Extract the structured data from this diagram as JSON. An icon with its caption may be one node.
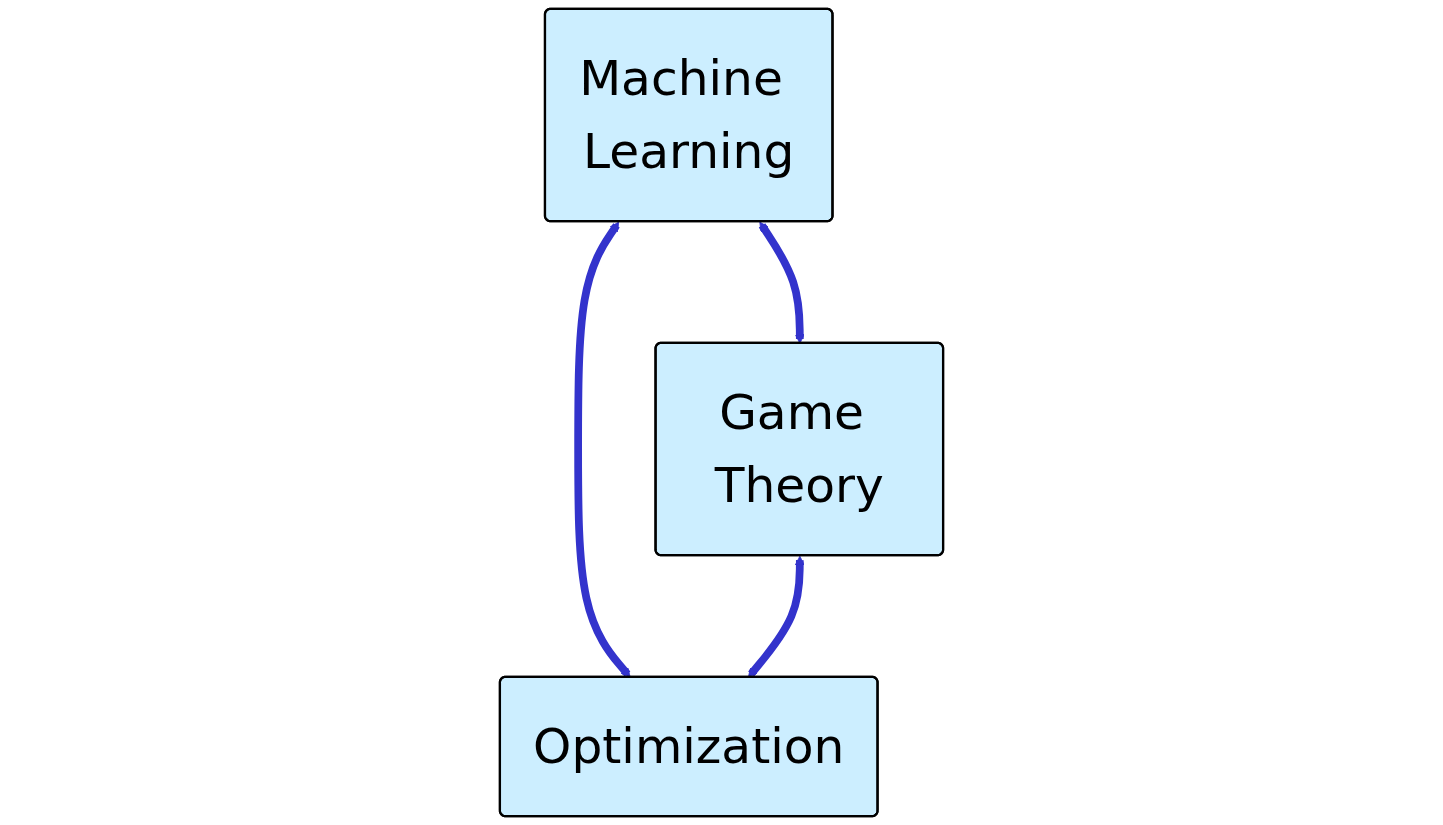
{
  "diagram": {
    "nodes": [
      {
        "text": [
          "Machine Learning"
        ]
      },
      {
        "text": [
          "Game Theory"
        ]
      },
      {
        "text": [
          "Optimization"
        ]
      }
    ],
    "edges": [
      {
        "from": 0,
        "to": 1,
        "arrow": "both"
      },
      {
        "from": 0,
        "to": 2,
        "arrow": "both"
      },
      {
        "from": 1,
        "to": 2,
        "arrow": "both"
      }
    ]
  }
}
